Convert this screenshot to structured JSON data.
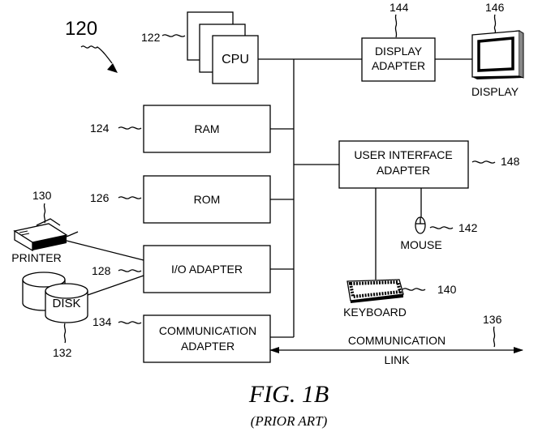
{
  "figure": {
    "ref_number": "120",
    "caption": "FIG. 1B",
    "subcaption": "(PRIOR ART)"
  },
  "components": {
    "cpu": {
      "label": "CPU",
      "ref": "122"
    },
    "ram": {
      "label": "RAM",
      "ref": "124"
    },
    "rom": {
      "label": "ROM",
      "ref": "126"
    },
    "io_adapter": {
      "label": "I/O ADAPTER",
      "ref": "128"
    },
    "comm_adapter": {
      "label_line1": "COMMUNICATION",
      "label_line2": "ADAPTER",
      "ref": "134"
    },
    "display_adapter": {
      "label_line1": "DISPLAY",
      "label_line2": "ADAPTER",
      "ref": "144"
    },
    "display": {
      "label": "DISPLAY",
      "ref": "146"
    },
    "ui_adapter": {
      "label_line1": "USER INTERFACE",
      "label_line2": "ADAPTER",
      "ref": "148"
    },
    "mouse": {
      "label": "MOUSE",
      "ref": "142"
    },
    "keyboard": {
      "label": "KEYBOARD",
      "ref": "140"
    },
    "printer": {
      "label": "PRINTER",
      "ref": "130"
    },
    "disk": {
      "label": "DISK",
      "ref": "132"
    },
    "comm_link": {
      "label_line1": "COMMUNICATION",
      "label_line2": "LINK",
      "ref": "136"
    }
  }
}
